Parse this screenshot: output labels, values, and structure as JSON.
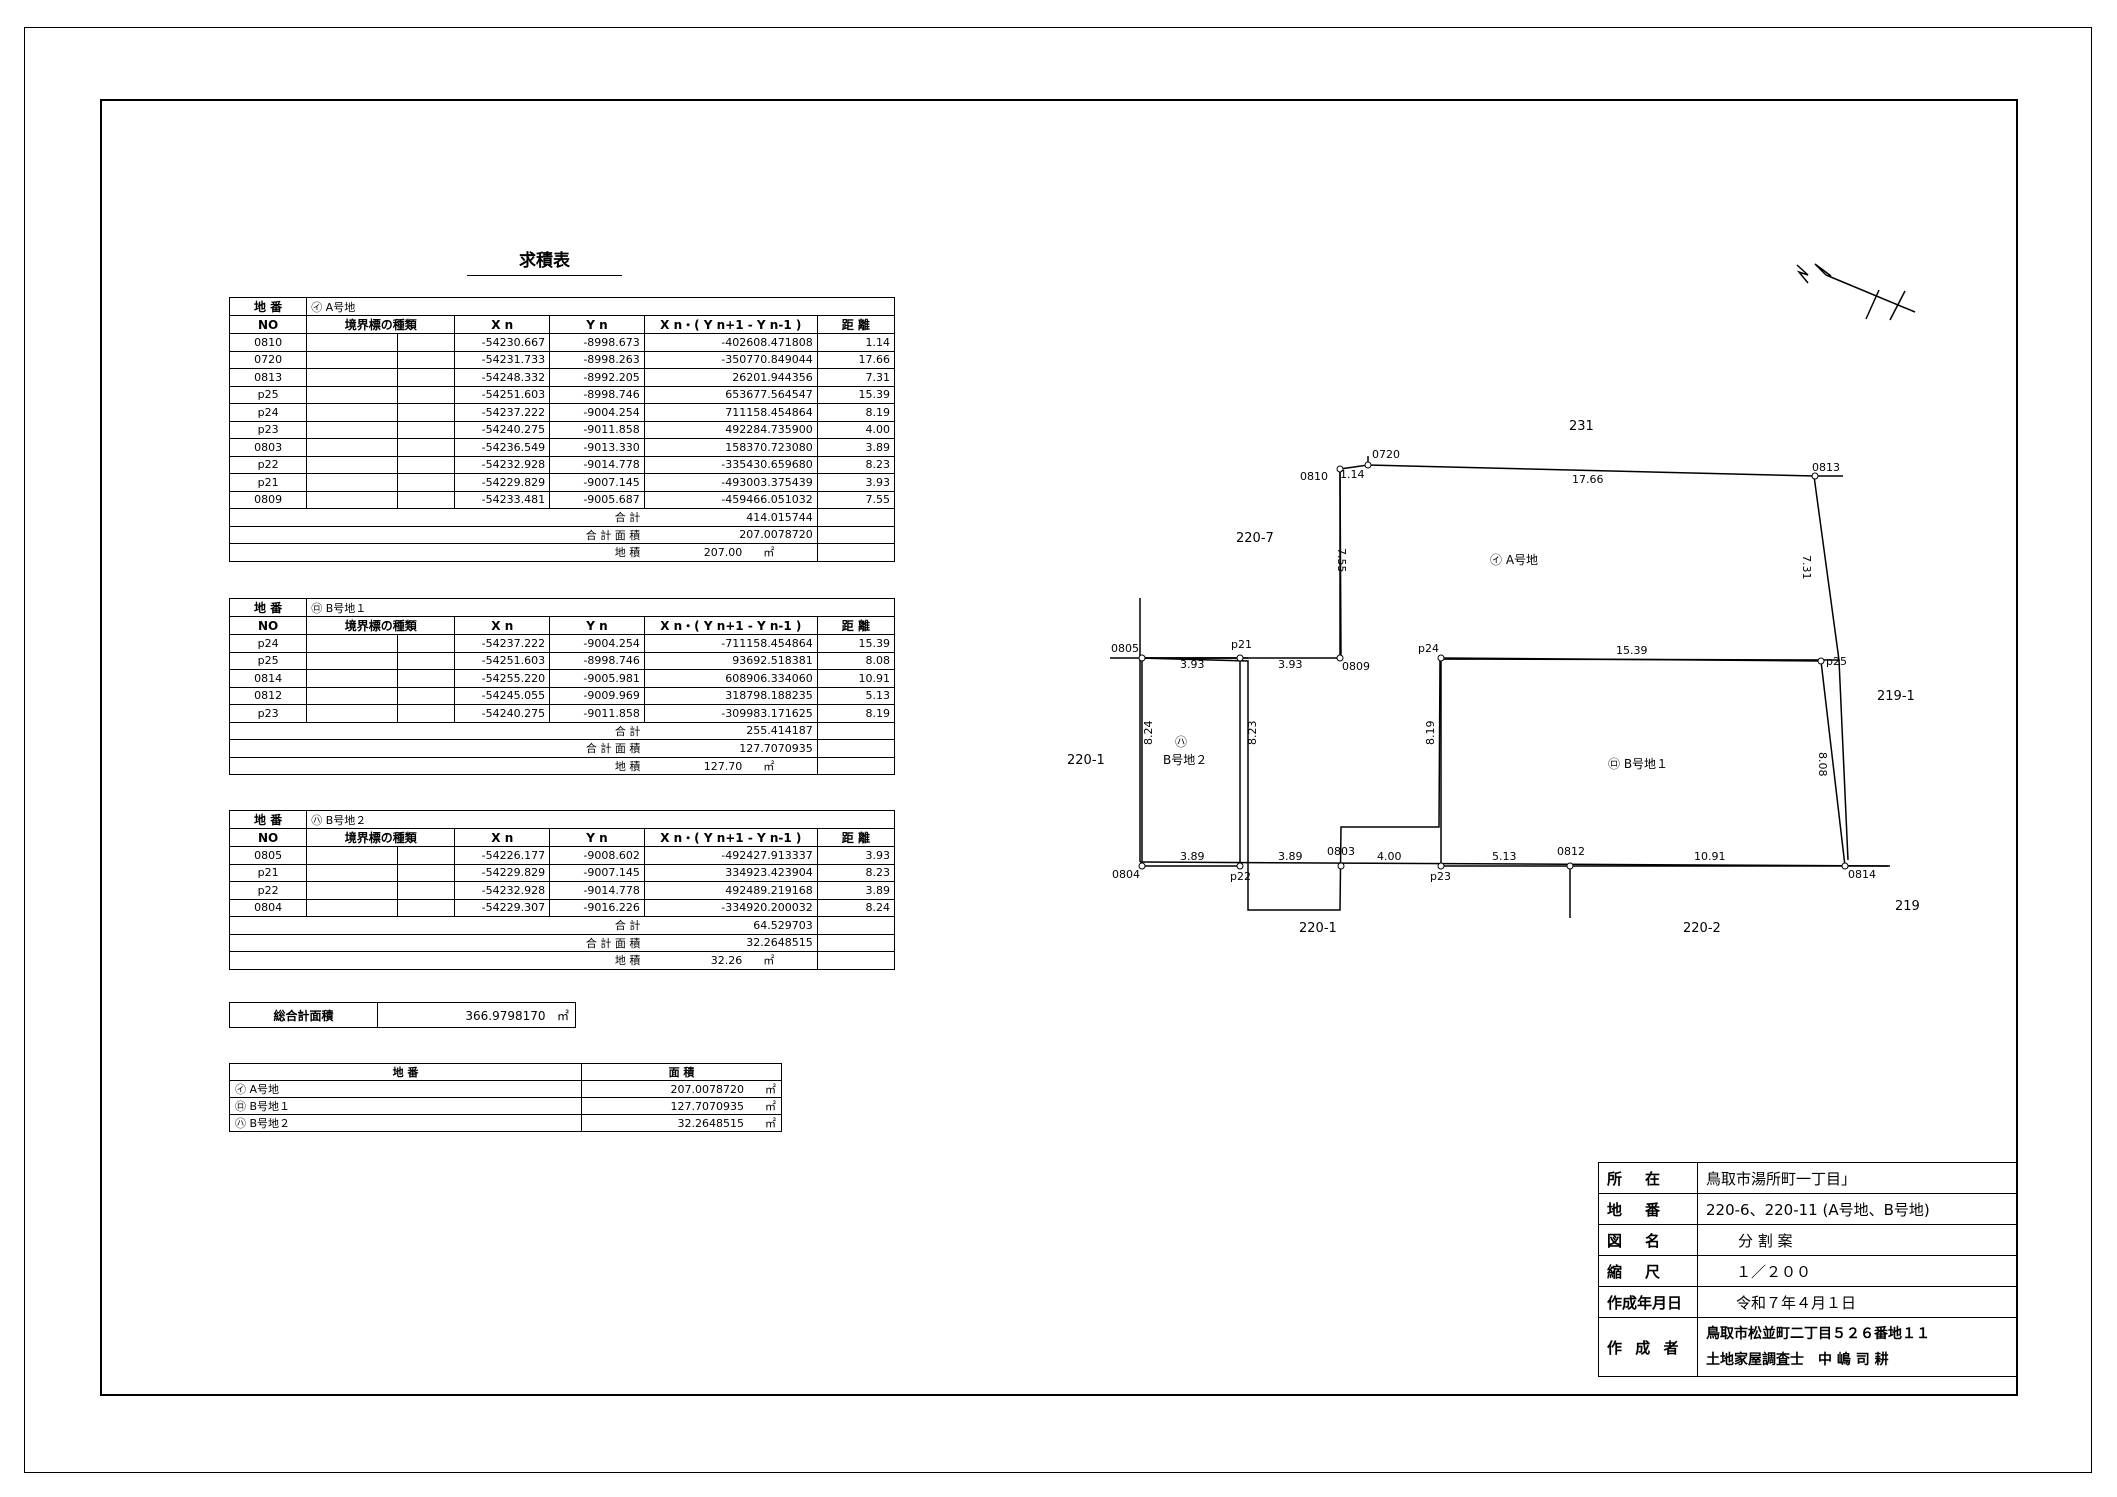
{
  "title": "求積表",
  "table_a": {
    "lot_label": "地 番",
    "lot_name": "㋑ A号地",
    "headers": [
      "NO",
      "境界標の種類",
      "X n",
      "Y n",
      "X n・( Y n+1 - Y n-1 )",
      "距 離"
    ],
    "rows": [
      [
        "0810",
        "",
        "-54230.667",
        "-8998.673",
        "-402608.471808",
        "1.14"
      ],
      [
        "0720",
        "",
        "-54231.733",
        "-8998.263",
        "-350770.849044",
        "17.66"
      ],
      [
        "0813",
        "",
        "-54248.332",
        "-8992.205",
        "26201.944356",
        "7.31"
      ],
      [
        "p25",
        "",
        "-54251.603",
        "-8998.746",
        "653677.564547",
        "15.39"
      ],
      [
        "p24",
        "",
        "-54237.222",
        "-9004.254",
        "711158.454864",
        "8.19"
      ],
      [
        "p23",
        "",
        "-54240.275",
        "-9011.858",
        "492284.735900",
        "4.00"
      ],
      [
        "0803",
        "",
        "-54236.549",
        "-9013.330",
        "158370.723080",
        "3.89"
      ],
      [
        "p22",
        "",
        "-54232.928",
        "-9014.778",
        "-335430.659680",
        "8.23"
      ],
      [
        "p21",
        "",
        "-54229.829",
        "-9007.145",
        "-493003.375439",
        "3.93"
      ],
      [
        "0809",
        "",
        "-54233.481",
        "-9005.687",
        "-459466.051032",
        "7.55"
      ]
    ],
    "sum_label": "合 計",
    "sum_value": "414.015744",
    "area_label": "合 計 面 積",
    "area_value": "207.0078720",
    "lot_area_label": "地 積",
    "lot_area_value": "207.00",
    "unit": "㎡"
  },
  "table_b1": {
    "lot_label": "地 番",
    "lot_name": "㋺ B号地１",
    "headers": [
      "NO",
      "境界標の種類",
      "X n",
      "Y n",
      "X n・( Y n+1 - Y n-1 )",
      "距 離"
    ],
    "rows": [
      [
        "p24",
        "",
        "-54237.222",
        "-9004.254",
        "-711158.454864",
        "15.39"
      ],
      [
        "p25",
        "",
        "-54251.603",
        "-8998.746",
        "93692.518381",
        "8.08"
      ],
      [
        "0814",
        "",
        "-54255.220",
        "-9005.981",
        "608906.334060",
        "10.91"
      ],
      [
        "0812",
        "",
        "-54245.055",
        "-9009.969",
        "318798.188235",
        "5.13"
      ],
      [
        "p23",
        "",
        "-54240.275",
        "-9011.858",
        "-309983.171625",
        "8.19"
      ]
    ],
    "sum_label": "合 計",
    "sum_value": "255.414187",
    "area_label": "合 計 面 積",
    "area_value": "127.7070935",
    "lot_area_label": "地 積",
    "lot_area_value": "127.70",
    "unit": "㎡"
  },
  "table_b2": {
    "lot_label": "地 番",
    "lot_name": "㋩ B号地２",
    "headers": [
      "NO",
      "境界標の種類",
      "X n",
      "Y n",
      "X n・( Y n+1 - Y n-1 )",
      "距 離"
    ],
    "rows": [
      [
        "0805",
        "",
        "-54226.177",
        "-9008.602",
        "-492427.913337",
        "3.93"
      ],
      [
        "p21",
        "",
        "-54229.829",
        "-9007.145",
        "334923.423904",
        "8.23"
      ],
      [
        "p22",
        "",
        "-54232.928",
        "-9014.778",
        "492489.219168",
        "3.89"
      ],
      [
        "0804",
        "",
        "-54229.307",
        "-9016.226",
        "-334920.200032",
        "8.24"
      ]
    ],
    "sum_label": "合 計",
    "sum_value": "64.529703",
    "area_label": "合 計 面 積",
    "area_value": "32.2648515",
    "lot_area_label": "地 積",
    "lot_area_value": "32.26",
    "unit": "㎡"
  },
  "grand_total": {
    "label": "総合計面積",
    "value": "366.9798170",
    "unit": "㎡"
  },
  "summary": {
    "headers": [
      "地 番",
      "面 積"
    ],
    "rows": [
      [
        "㋑ A号地",
        "207.0078720"
      ],
      [
        "㋺ B号地１",
        "127.7070935"
      ],
      [
        "㋩ B号地２",
        "32.2648515"
      ]
    ],
    "unit": "㎡"
  },
  "info": {
    "location_label": "所　在",
    "location": "鳥取市湯所町一丁目」",
    "lot_label": "地　番",
    "lot": "220-6、220-11 (A号地、B号地)",
    "drawing_label": "図　名",
    "drawing": "分 割 案",
    "scale_label": "縮　尺",
    "scale": "１／２００",
    "date_label": "作成年月日",
    "date": "令和７年４月１日",
    "author_label": "作 成 者",
    "author_address": "鳥取市松並町二丁目５２６番地１１",
    "author_name": "土地家屋調査士　中 嶋 司 耕"
  },
  "plan": {
    "north_label": "N",
    "points": {
      "p0810": "0810",
      "p0720": "0720",
      "p0813": "0813",
      "p0805": "0805",
      "p21": "p21",
      "p0809": "0809",
      "p24": "p24",
      "p25": "p25",
      "p0804": "0804",
      "p22": "p22",
      "p0803": "0803",
      "p23": "p23",
      "p0812": "0812",
      "p0814": "0814"
    },
    "distances": {
      "d0810_0720": "1.14",
      "d0720_0813": "17.66",
      "d0813_p25": "7.31",
      "d0809_0810": "7.55",
      "d0805_p21": "3.93",
      "d21_0809": "3.93",
      "d24_25": "15.39",
      "d0805_0804": "8.24",
      "d21_22": "8.23",
      "d23_24": "8.19",
      "d25_0814": "8.08",
      "d0804_22": "3.89",
      "d22_0803": "3.89",
      "d0803_23": "4.00",
      "d23_0812": "5.13",
      "d0812_0814": "10.91"
    },
    "parcels": {
      "n231": "231",
      "n220_7": "220-7",
      "n219_1": "219-1",
      "n220_1_left": "220-1",
      "n220_1_bottom": "220-1",
      "n220_2": "220-2",
      "n219": "219"
    },
    "lots": {
      "a": "㋑ A号地",
      "b1": "㋺ B号地１",
      "b2": "B号地２",
      "b2_mark": "㋩"
    }
  }
}
